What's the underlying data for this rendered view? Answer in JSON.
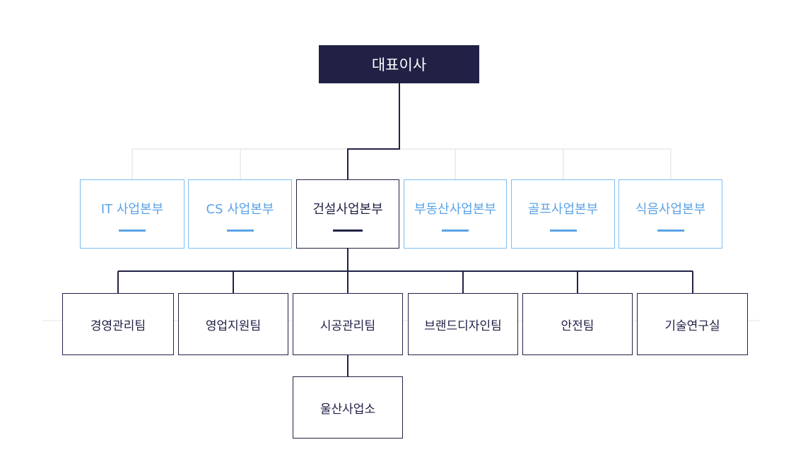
{
  "ceo": {
    "label": "대표이사"
  },
  "divisions": [
    {
      "label": "IT 사업본부",
      "active": false
    },
    {
      "label": "CS 사업본부",
      "active": false
    },
    {
      "label": "건설사업본부",
      "active": true
    },
    {
      "label": "부동산사업본부",
      "active": false
    },
    {
      "label": "골프사업본부",
      "active": false
    },
    {
      "label": "식음사업본부",
      "active": false
    }
  ],
  "teams": [
    {
      "label": "경영관리팀"
    },
    {
      "label": "영업지원팀"
    },
    {
      "label": "시공관리팀"
    },
    {
      "label": "브랜드디자인팀"
    },
    {
      "label": "안전팀"
    },
    {
      "label": "기술연구실"
    }
  ],
  "branch": {
    "label": "울산사업소"
  },
  "colors": {
    "navy": "#212146",
    "accent_blue": "#5aa3e6",
    "box_border_blue": "#7fbdf0",
    "connector_gray": "#dcdcdc"
  }
}
